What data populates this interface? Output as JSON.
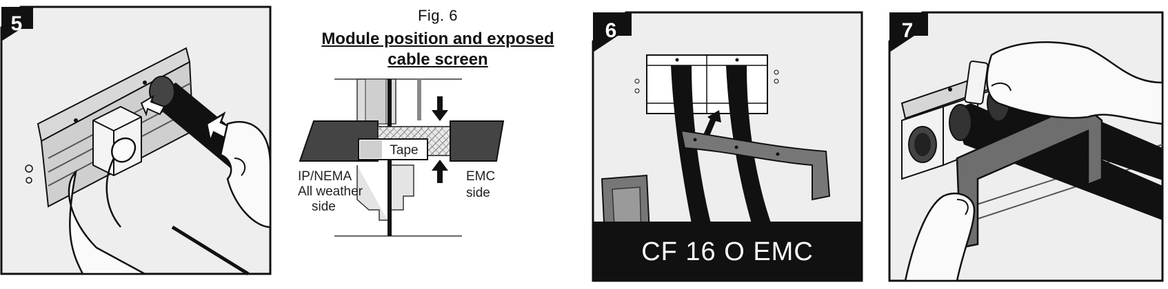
{
  "panels": {
    "step5": {
      "badge": "5"
    },
    "fig6": {
      "figure_number": "Fig. 6",
      "title_line1": "Module position and exposed",
      "title_line2": "cable screen",
      "tape_label": "Tape",
      "left_label_line1": "IP/NEMA",
      "left_label_line2": "All weather",
      "left_label_line3": "side",
      "right_label_line1": "EMC",
      "right_label_line2": "side"
    },
    "step6": {
      "badge": "6",
      "caption": "CF 16 O EMC"
    },
    "step7": {
      "badge": "7"
    }
  },
  "colors": {
    "panel_border": "#111111",
    "panel_fill": "#e8e8e8",
    "badge_fill": "#111111",
    "cable": "#111111",
    "seal": "#666666",
    "caption_bar": "#111111"
  }
}
